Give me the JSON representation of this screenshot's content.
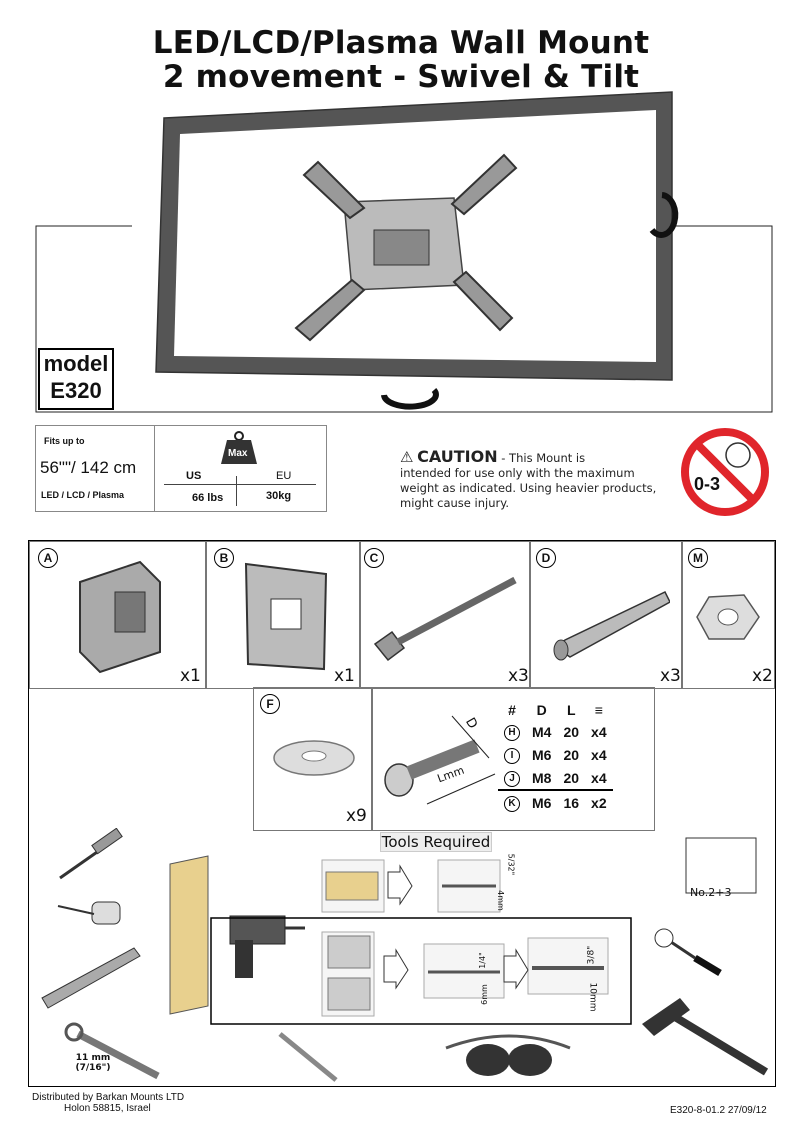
{
  "title": {
    "line1": "LED/LCD/Plasma Wall Mount",
    "line2": "2 movement - Swivel & Tilt"
  },
  "model": {
    "label": "model",
    "code": "E320"
  },
  "specs": {
    "fits_label": "Fits up to",
    "size": "56\"\"/ 142 cm",
    "types": "LED / LCD / Plasma",
    "weight_icon_label": "Max",
    "us_label": "US",
    "eu_label": "EU",
    "us_value": "66 lbs",
    "eu_value": "30kg"
  },
  "caution": {
    "heading": "CAUTION",
    "text_lead": " - This Mount is",
    "text_rest": "intended for use only with the maximum weight as indicated. Using heavier products, might cause injury."
  },
  "age_warning": {
    "label": "0-3"
  },
  "parts": [
    {
      "id": "A",
      "qty": "x1"
    },
    {
      "id": "B",
      "qty": "x1"
    },
    {
      "id": "C",
      "qty": "x3"
    },
    {
      "id": "D",
      "qty": "x3"
    },
    {
      "id": "M",
      "qty": "x2"
    },
    {
      "id": "F",
      "qty": "x9"
    }
  ],
  "bolt_table": {
    "headers": [
      "#",
      "D",
      "L",
      "≡"
    ],
    "rows": [
      {
        "id": "H",
        "d": "M4",
        "l": "20",
        "q": "x4"
      },
      {
        "id": "I",
        "d": "M6",
        "l": "20",
        "q": "x4"
      },
      {
        "id": "J",
        "d": "M8",
        "l": "20",
        "q": "x4"
      },
      {
        "id": "K",
        "d": "M6",
        "l": "16",
        "q": "x2"
      }
    ],
    "dim_d": "D",
    "dim_l": "Lmm"
  },
  "tools": {
    "heading": "Tools Required",
    "screwdriver_label": "No.2+3",
    "wrench_label": "11 mm\n(7/16\")",
    "drill_wood_top": "5/32\"",
    "drill_wood_side": "4mm",
    "drill_brick_top": "1/4\"",
    "drill_brick_side": "6mm",
    "drill_concrete_top": "3/8\"",
    "drill_concrete_side": "10mm"
  },
  "footer": {
    "line1": "Distributed by Barkan Mounts LTD",
    "line2": "Holon 58815, Israel",
    "code": "E320-8-01.2  27/09/12"
  }
}
